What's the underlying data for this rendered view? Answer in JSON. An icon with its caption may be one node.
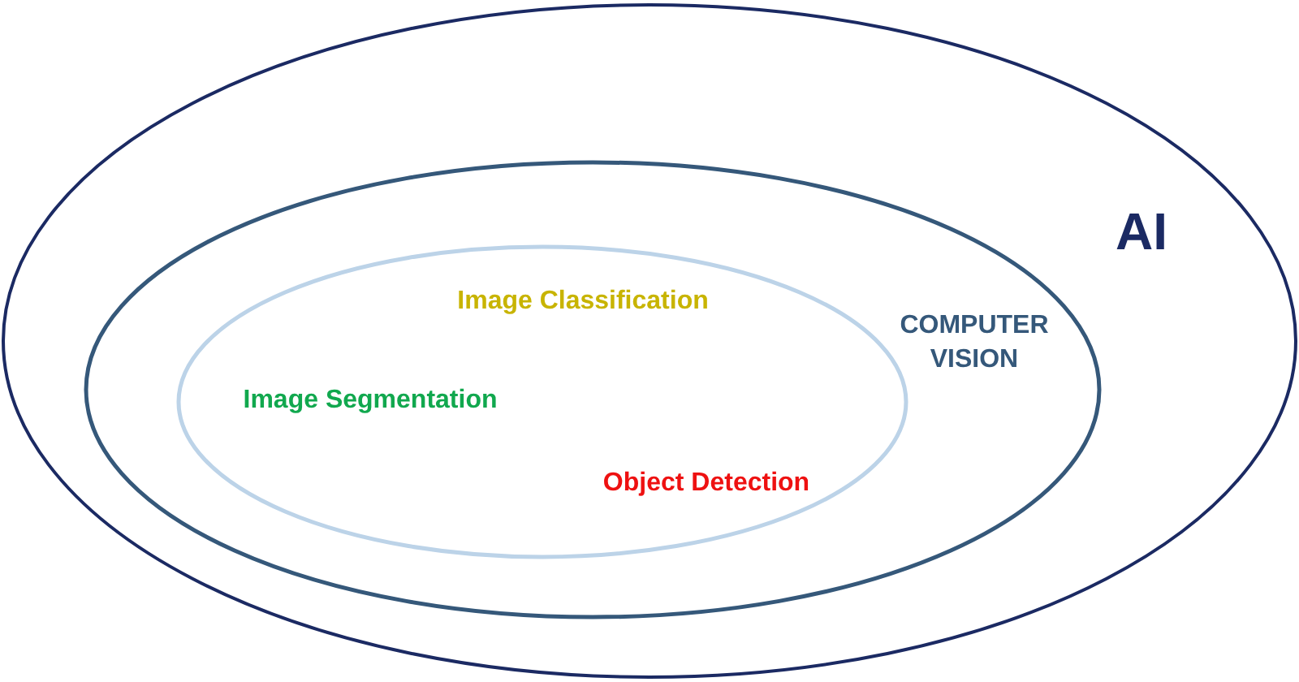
{
  "diagram": {
    "nodes": [
      {
        "text": [
          "AI"
        ]
      },
      {
        "text": [
          "COMPUTER VISION"
        ],
        "in": 0
      },
      {
        "text": [
          "Image Classification",
          "Image Segmentation",
          "Object Detection"
        ],
        "in": 1
      }
    ]
  }
}
